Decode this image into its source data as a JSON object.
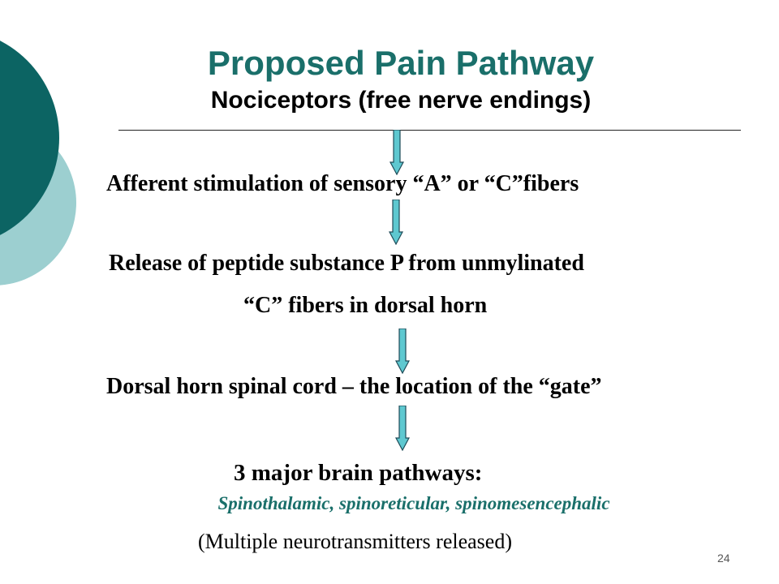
{
  "slide": {
    "title": "Proposed Pain Pathway",
    "subtitle": "Nociceptors (free nerve endings)",
    "step1": "Afferent stimulation of  sensory  “A” or  “C”fibers",
    "step2_line1": "Release of  peptide substance P from unmylinated",
    "step2_line2": "“C” fibers in dorsal horn",
    "step3": "Dorsal horn spinal cord – the location of  the “gate”",
    "step4": "3 major brain pathways:",
    "pathways": "Spinothalamic, spinoreticular, spinomesencephalic",
    "note": "(Multiple neurotransmitters released)",
    "page_number": "24"
  },
  "colors": {
    "title": "#1a6f6a",
    "pathways": "#1a6f6a",
    "arrow_fill": "#5ec8d0",
    "arrow_stroke": "#1e4b58",
    "deco_dark": "#0c6463",
    "deco_light": "#9ccfd0"
  }
}
